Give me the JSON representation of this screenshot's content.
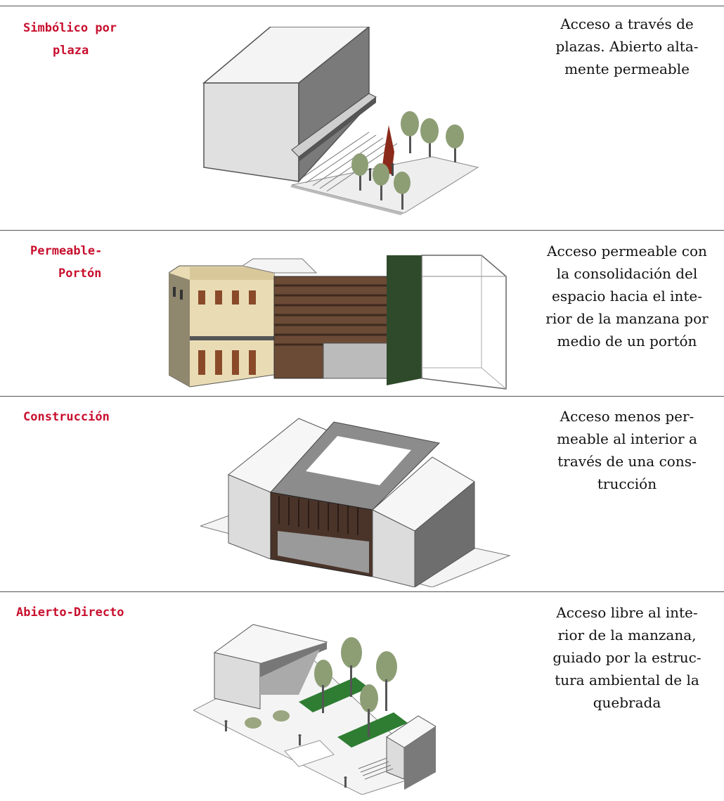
{
  "rows": [
    {
      "label": [
        "Simbólico por",
        "plaza"
      ],
      "description": [
        "Acceso a través de",
        "plazas. Abierto alta-",
        "mente permeable"
      ]
    },
    {
      "label": [
        "Permeable-",
        "Portón"
      ],
      "description": [
        "Acceso permeable con",
        "la consolidación del",
        "espacio hacia el inte-",
        "rior de la manzana por",
        "medio de un portón"
      ]
    },
    {
      "label": [
        "Construcción"
      ],
      "description": [
        "Acceso menos per-",
        "meable al interior a",
        "través de una cons-",
        "trucción"
      ]
    },
    {
      "label": [
        "Abierto-Directo"
      ],
      "description": [
        "Acceso libre al inte-",
        "rior de la manzana,",
        "guiado por la estruc-",
        "tura ambiental de la",
        "quebrada"
      ]
    }
  ],
  "colors": {
    "label": "#c8102e",
    "rule": "#555555",
    "text": "#111111"
  }
}
